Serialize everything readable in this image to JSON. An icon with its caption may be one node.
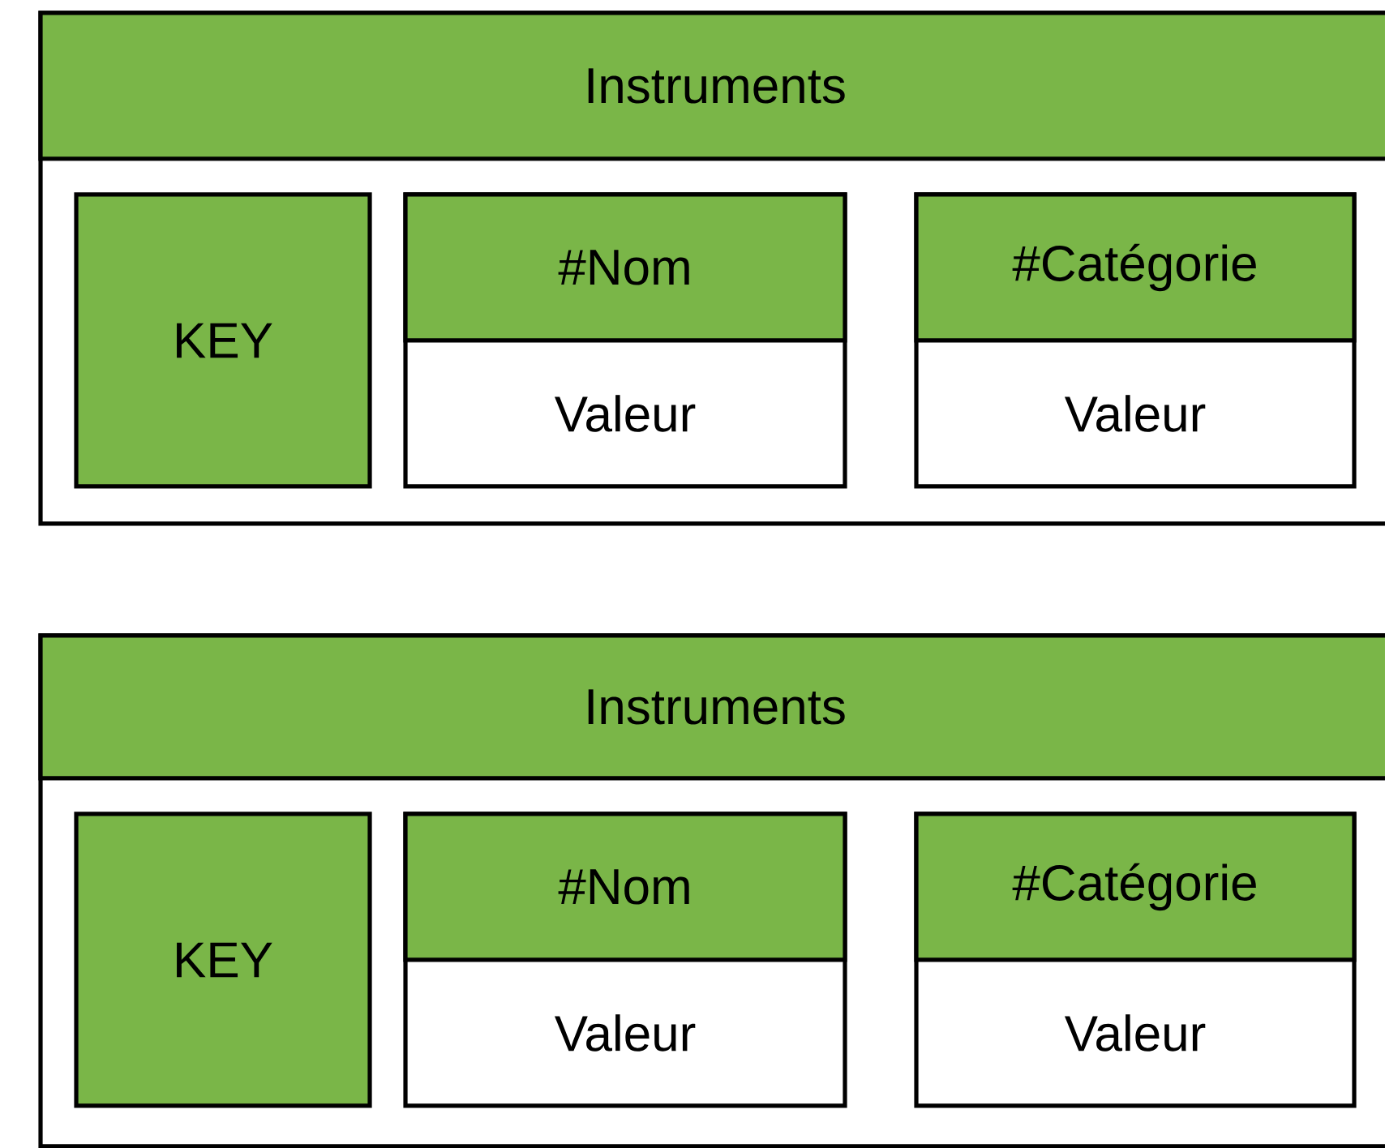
{
  "diagram": {
    "nodes": [
      {
        "text": [
          "Instruments"
        ]
      },
      {
        "text": [
          "KEY"
        ],
        "in": 0
      },
      {
        "text": [
          "#Nom",
          "Valeur"
        ],
        "in": 0
      },
      {
        "text": [
          "#Catégorie",
          "Valeur"
        ],
        "in": 0
      },
      {
        "text": [
          "Instruments"
        ]
      },
      {
        "text": [
          "KEY"
        ],
        "in": 4
      },
      {
        "text": [
          "#Nom",
          "Valeur"
        ],
        "in": 4
      },
      {
        "text": [
          "#Catégorie",
          "Valeur"
        ],
        "in": 4
      }
    ]
  }
}
